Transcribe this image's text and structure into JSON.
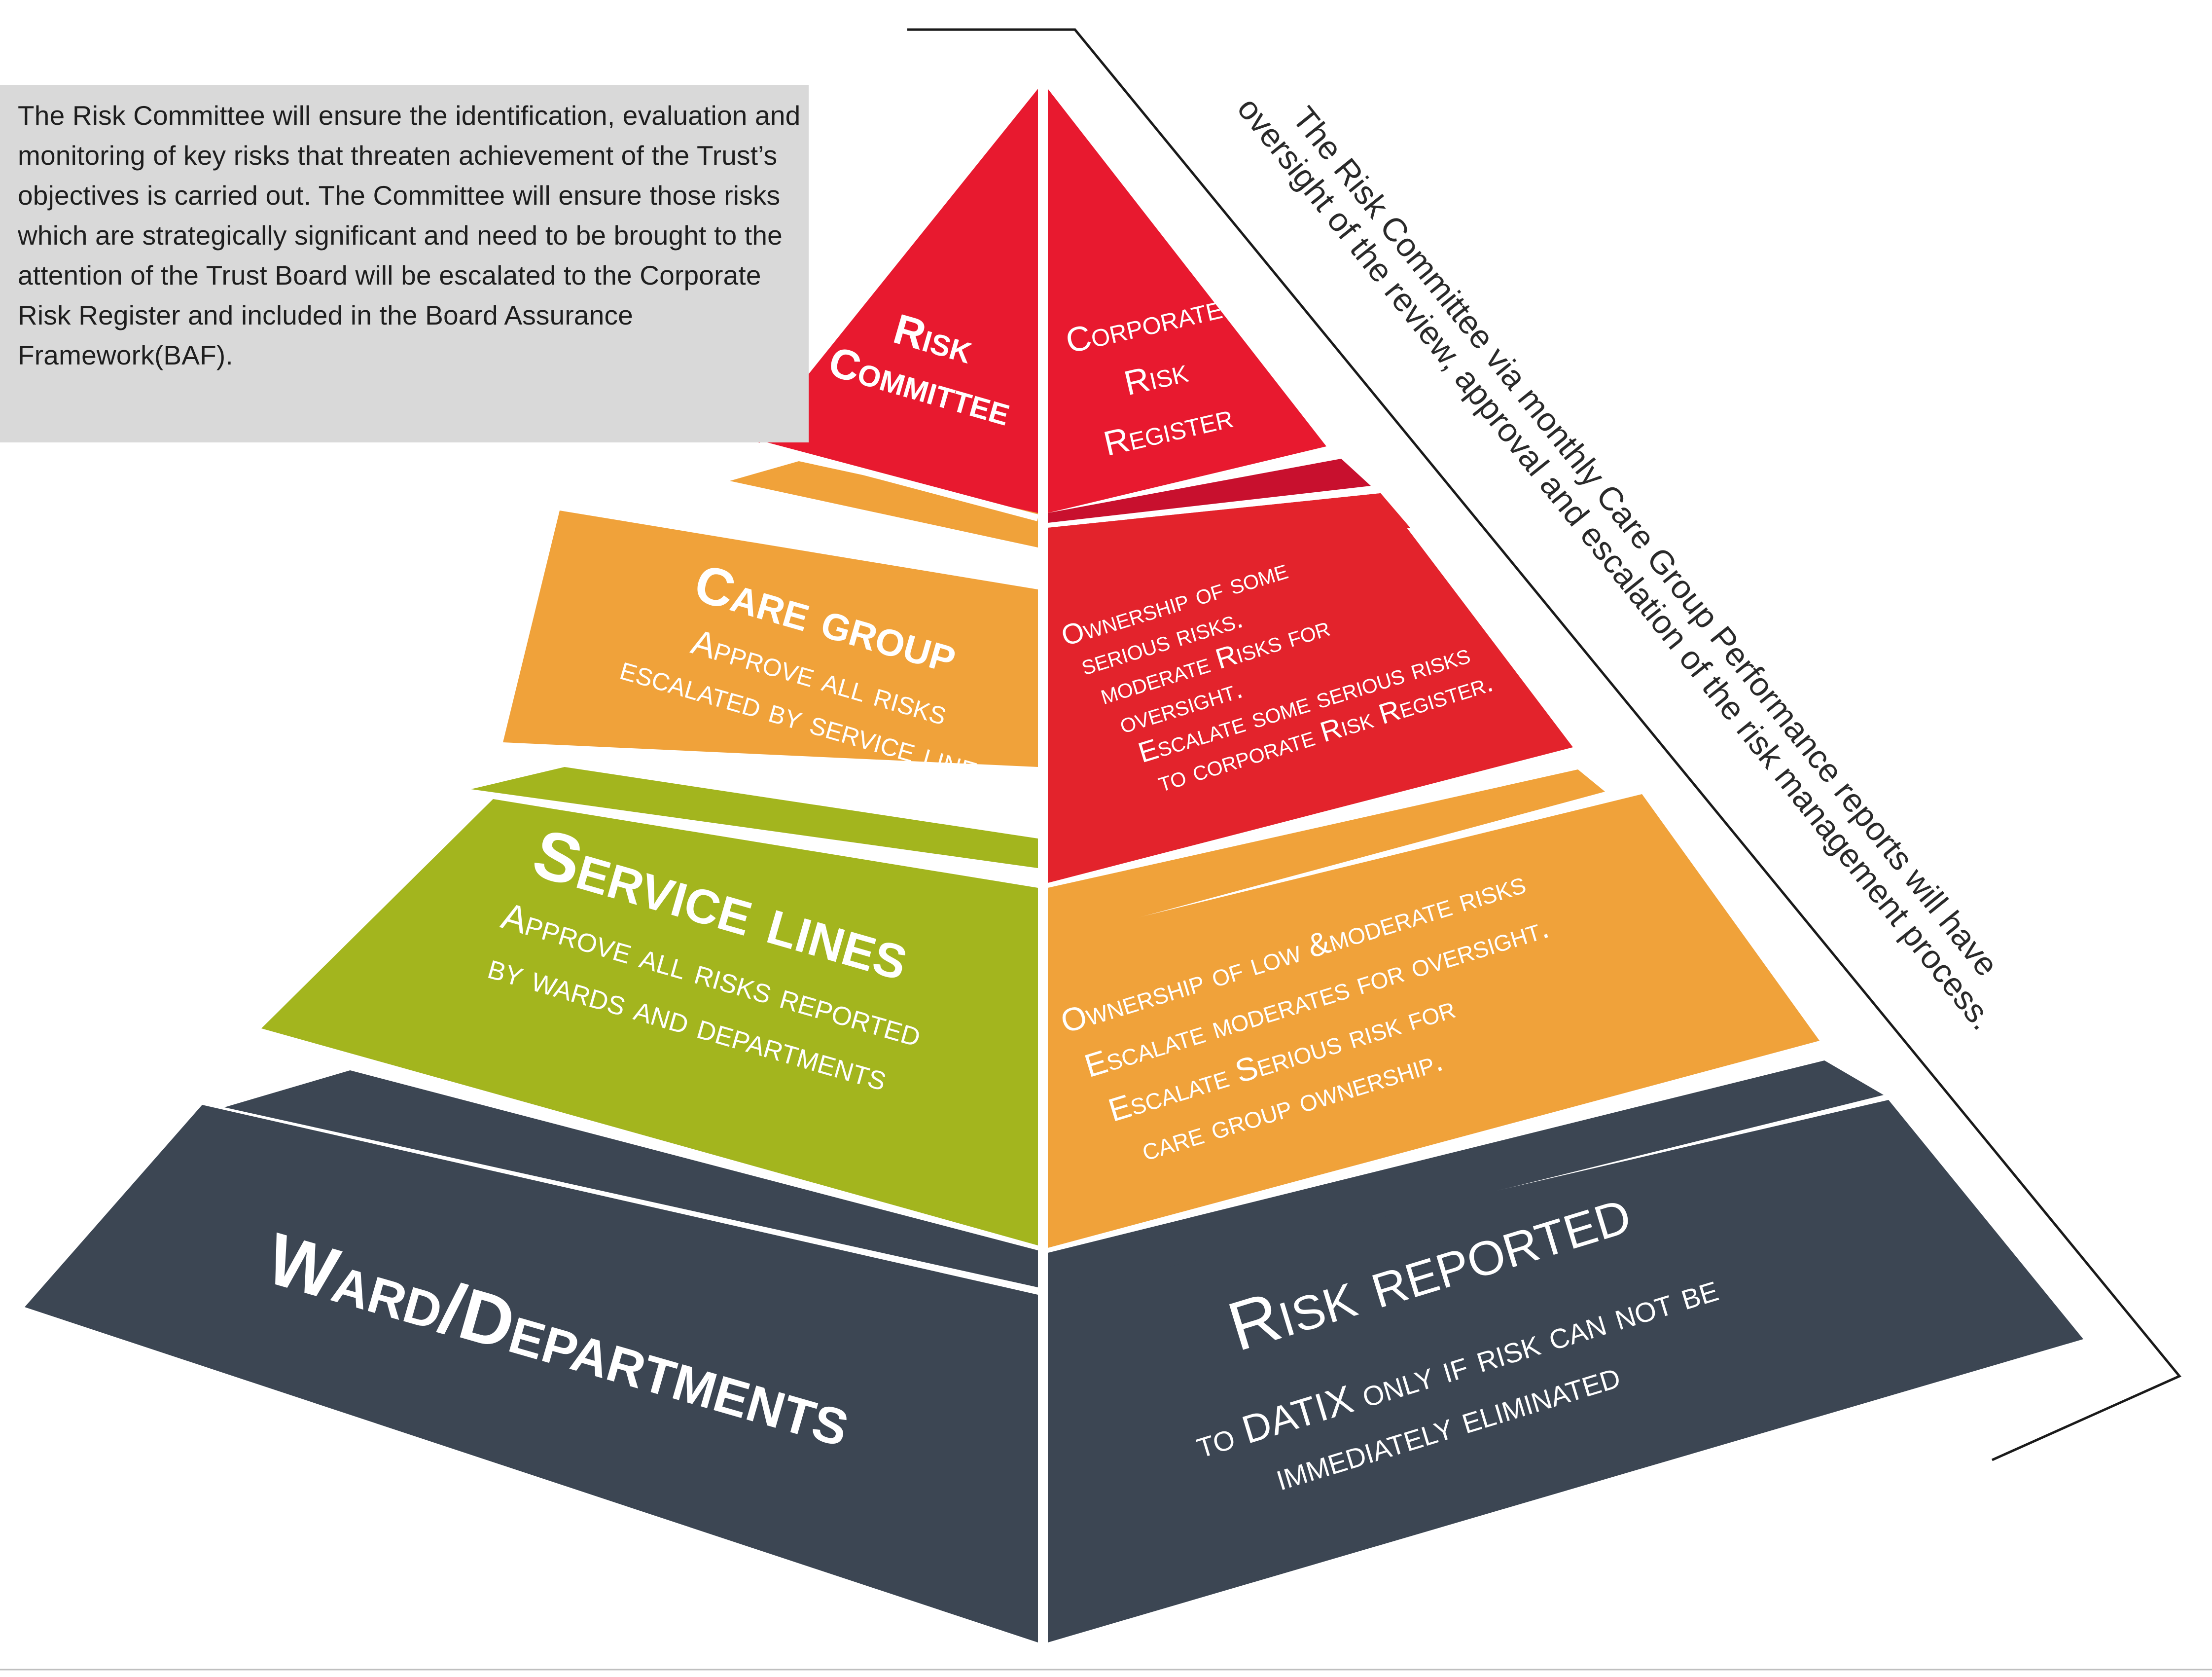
{
  "intro_text": "The Risk Committee will ensure the identification, evaluation and monitoring of key risks that threaten achievement of the Trust’s objectives is carried out. The Committee will ensure those risks which are strategically significant and need to be brought to the attention of the Trust Board will be escalated to the Corporate Risk Register and included in the Board Assurance Framework(BAF).",
  "oversight_text": {
    "line1": "The Risk Committee via monthly Care Group Performance reports will have",
    "line2": "oversight of the review, approval and escalation of the risk management process."
  },
  "tiers": {
    "risk_committee": {
      "left": [
        "Risk",
        "Committee"
      ],
      "right": [
        "Corporate",
        "Risk",
        "Register"
      ]
    },
    "care_group": {
      "title": "Care group",
      "desc": [
        "Approve all risks",
        "escalated by service lines"
      ],
      "right": [
        "Ownership of some",
        "serious risks.",
        "moderate Risks for",
        "oversight.",
        "Escalate some serious risks",
        "to corporate Risk Register."
      ]
    },
    "service_lines": {
      "title": "Service lines",
      "desc": [
        "Approve all risks reported",
        "by wards and departments"
      ],
      "right": [
        "Ownership of low &moderate risks",
        "Escalate moderates for oversight.",
        "Escalate Serious risk for",
        "care group ownership."
      ]
    },
    "ward": {
      "title": "Ward/Departments",
      "right_title": "Risk reported",
      "right_desc": [
        "to DATIX only if risk can not be",
        "immediately eliminated"
      ]
    }
  },
  "colors": {
    "red": "#e8192f",
    "red_dark": "#c8102e",
    "orange": "#f0a23a",
    "orange_dark": "#d8882c",
    "green": "#a3b51e",
    "green_dark": "#8c9c16",
    "navy": "#3c4653",
    "navy_dark": "#323b46"
  }
}
